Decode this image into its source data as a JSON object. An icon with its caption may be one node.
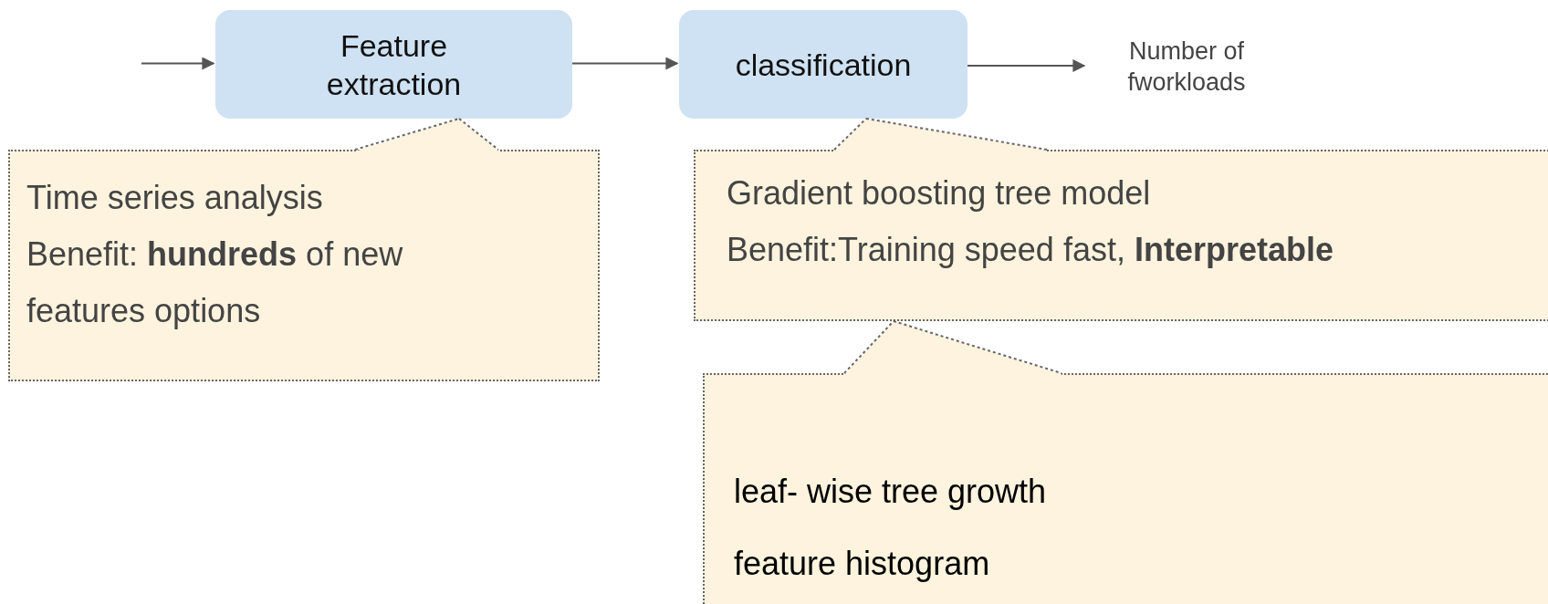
{
  "diagram": {
    "nodes": [
      {
        "text": [
          "Feature extraction"
        ]
      },
      {
        "text": [
          "classification"
        ]
      },
      {
        "text": [
          "Number of fworkloads"
        ]
      },
      {
        "text": [
          "Time series analysis",
          "Benefit: **hundreds** of new features options"
        ]
      },
      {
        "text": [
          "Gradient boosting tree model",
          "Benefit:Training speed fast, **Interpretable**"
        ]
      },
      {
        "text": [
          "leaf- wise tree growth",
          "feature histogram"
        ]
      }
    ],
    "edges": [
      {
        "from": null,
        "to": 0,
        "arrow": "to"
      },
      {
        "from": 0,
        "to": 1,
        "arrow": "to"
      },
      {
        "from": 1,
        "to": 2,
        "arrow": "to"
      },
      {
        "from": 3,
        "to": 0,
        "arrow": "none",
        "style": "dashed"
      },
      {
        "from": 4,
        "to": 1,
        "arrow": "none",
        "style": "dashed"
      },
      {
        "from": 5,
        "to": 4,
        "arrow": "none",
        "style": "dashed"
      }
    ]
  }
}
